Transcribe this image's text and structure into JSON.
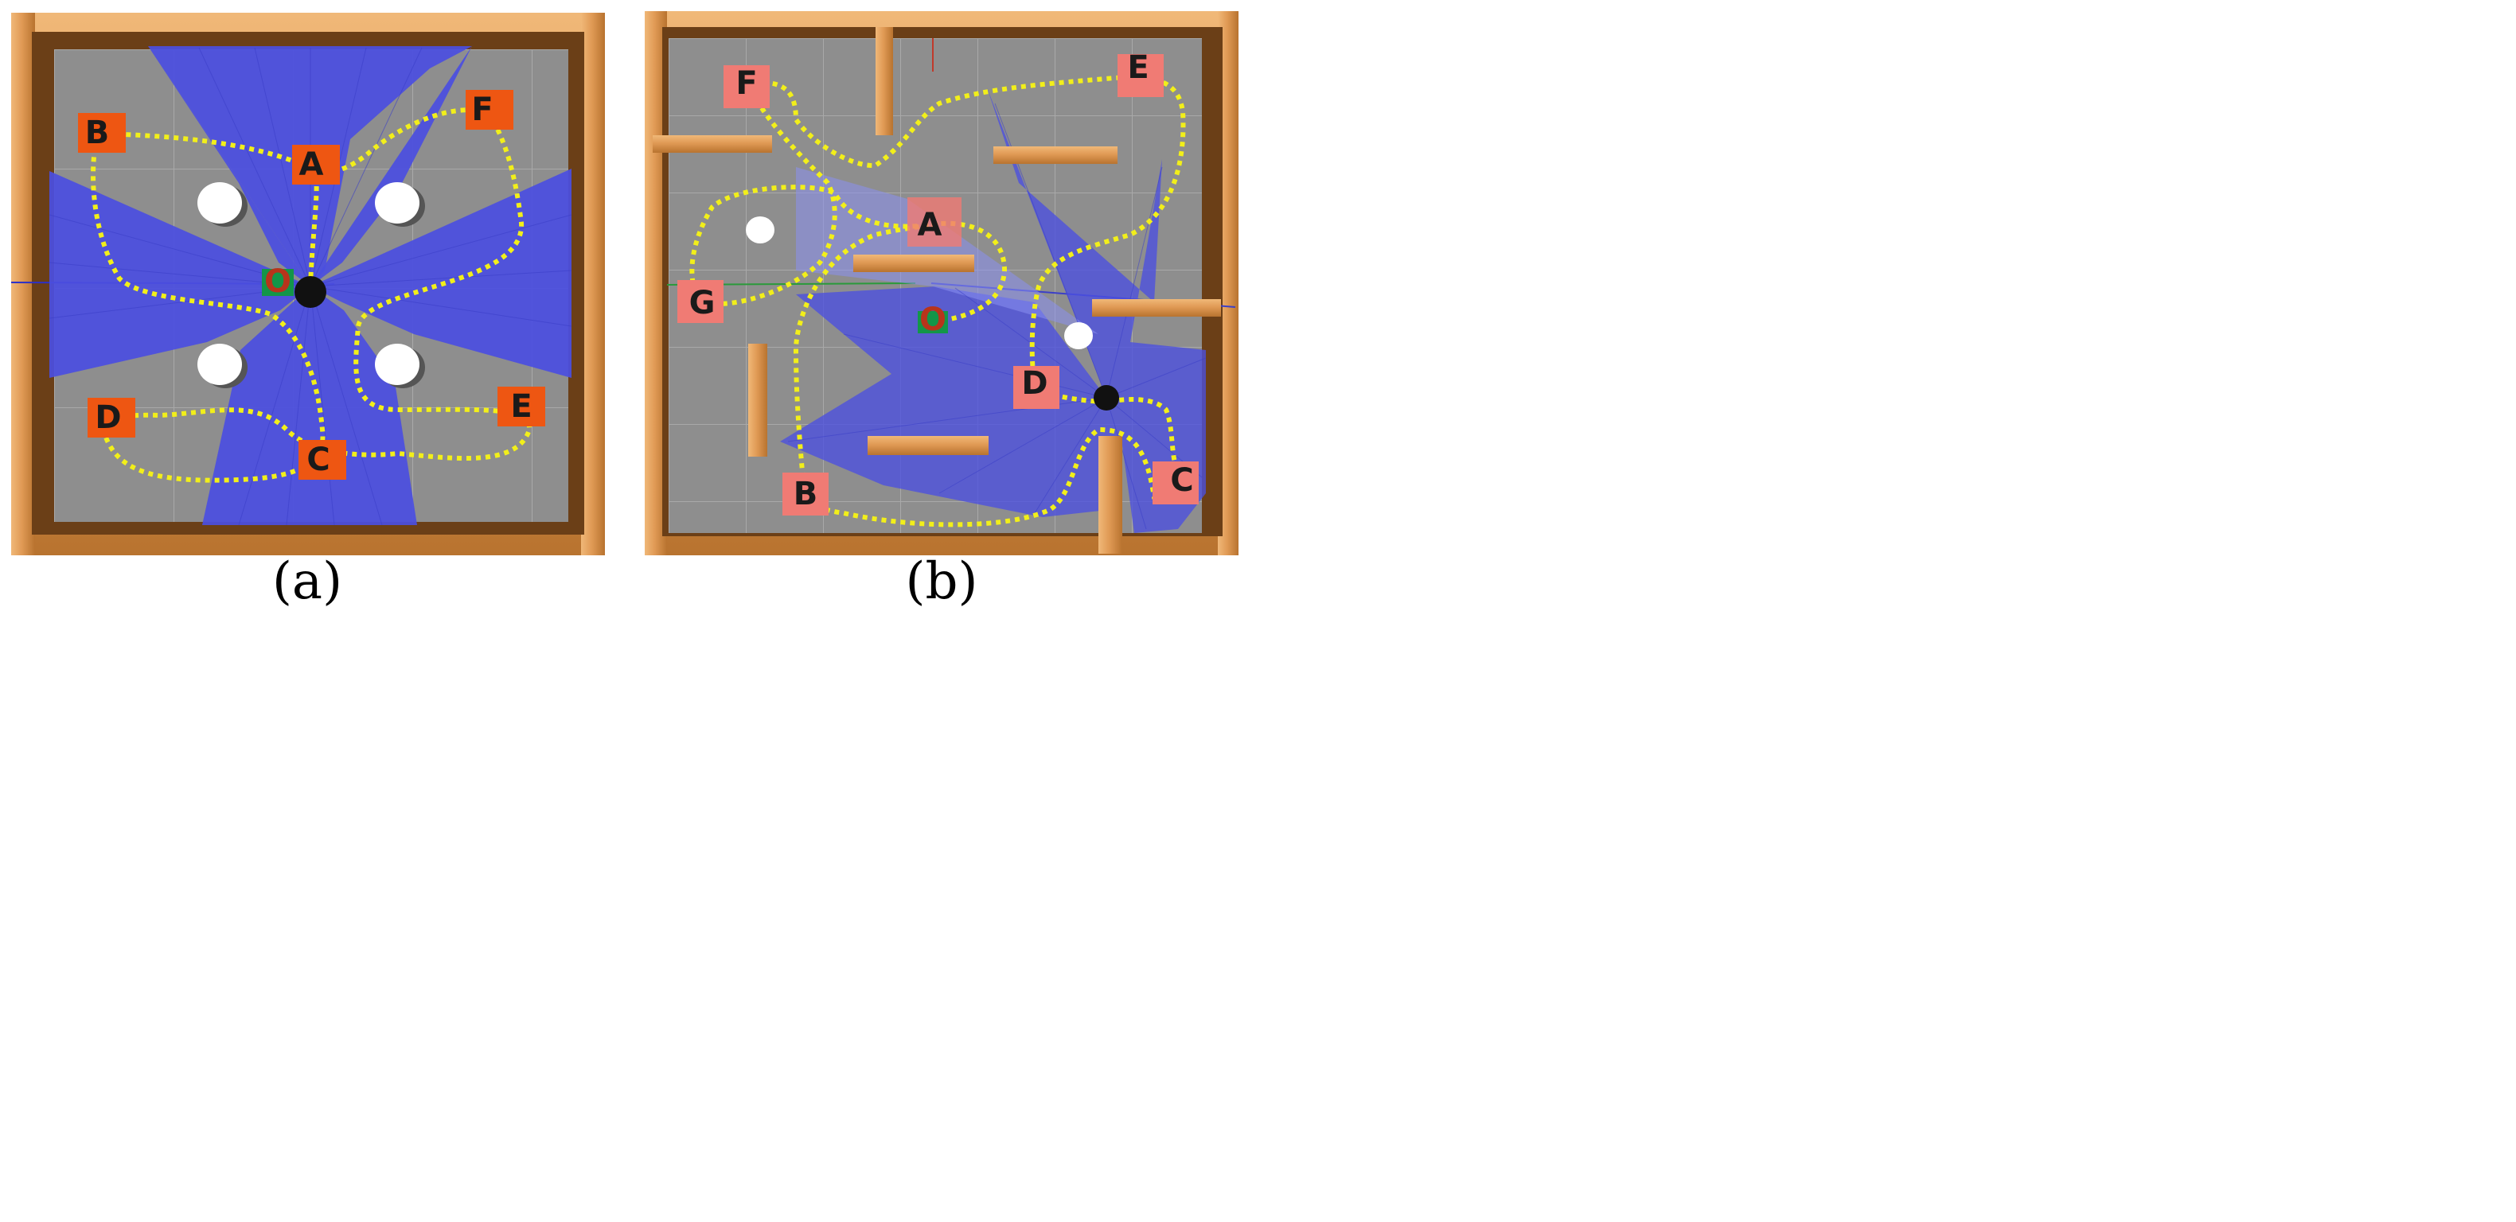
{
  "colors": {
    "floor": "#8f8f8f",
    "grid": "#a7a7a7",
    "wood_light": "#e7a865",
    "wood_mid": "#c9843e",
    "wood_dark": "#7a4a1a",
    "laser": "#4b4fe0",
    "path": "#f2ef1a",
    "marker_a": "#ee5612",
    "marker_b": "#f07b74",
    "origin": "#139649",
    "robot": "#111111",
    "cylinder": "#ffffff",
    "label_text": "#1a1a1a",
    "origin_text": "#b8341b"
  },
  "panels": [
    {
      "id": "a",
      "caption": "(a)",
      "origin_label": "O",
      "markers": [
        {
          "label": "A"
        },
        {
          "label": "B"
        },
        {
          "label": "C"
        },
        {
          "label": "D"
        },
        {
          "label": "E"
        },
        {
          "label": "F"
        }
      ]
    },
    {
      "id": "b",
      "caption": "(b)",
      "origin_label": "O",
      "markers": [
        {
          "label": "A"
        },
        {
          "label": "B"
        },
        {
          "label": "C"
        },
        {
          "label": "D"
        },
        {
          "label": "E"
        },
        {
          "label": "F"
        },
        {
          "label": "G"
        }
      ]
    }
  ]
}
